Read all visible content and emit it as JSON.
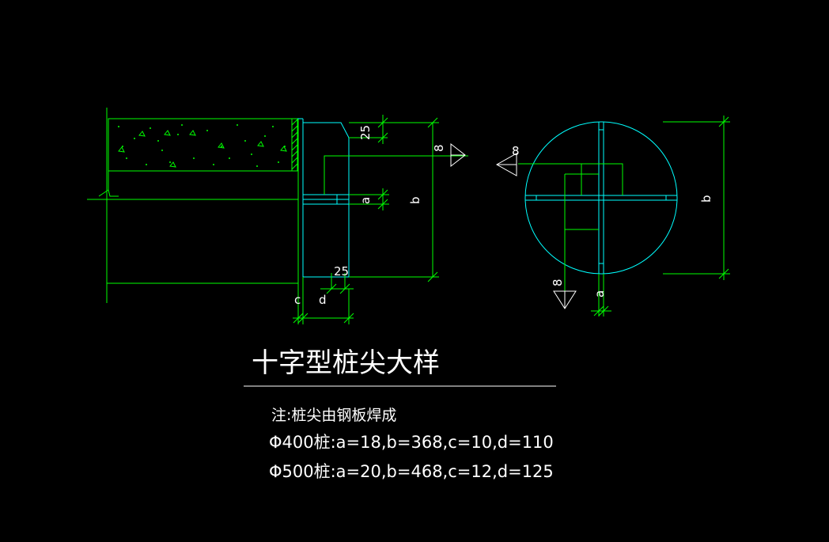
{
  "colors": {
    "background": "#000000",
    "steel_outline": "#00ffff",
    "dimension_lines": "#00ff00",
    "text": "#ffffff",
    "hatch": "#00ff00"
  },
  "drawing": {
    "title": "十字型桩尖大样",
    "note": "注:桩尖由钢板焊成",
    "spec_400": "Φ400桩:a=18,b=368,c=10,d=110",
    "spec_500": "Φ500桩:a=20,b=468,c=12,d=125"
  },
  "elevation_view": {
    "dim_top": "25",
    "dim_bottom": "25",
    "dim_a": "a",
    "dim_b": "b",
    "dim_c": "c",
    "dim_d": "d",
    "section_mark": "8"
  },
  "plan_view": {
    "dim_b": "b",
    "dim_a": "a",
    "section_mark_left": "8",
    "section_mark_bottom": "8"
  }
}
